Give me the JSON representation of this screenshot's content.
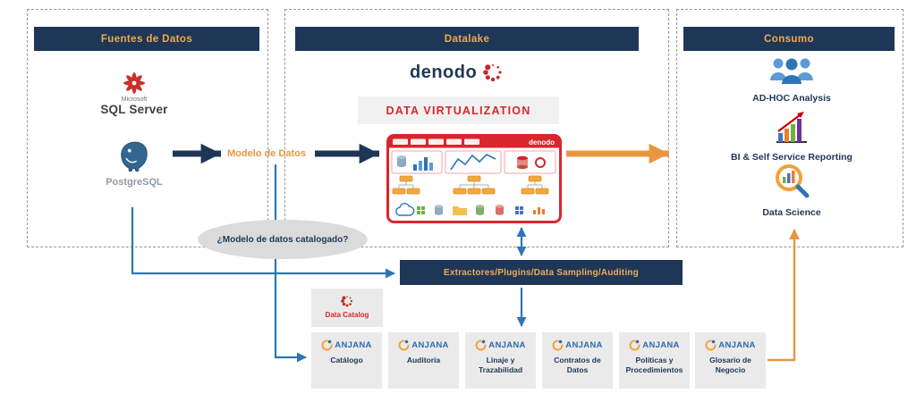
{
  "colors": {
    "navy": "#1F3756",
    "header_text_orange": "#EDAA54",
    "flow_orange": "#E8973F",
    "flow_blue": "#2E75B6",
    "denodo_red": "#D8262C",
    "gray_box": "#EAEAEA",
    "anjana_blue": "#2B6CB0"
  },
  "headers": {
    "sources": "Fuentes de Datos",
    "datalake": "Datalake",
    "consumption": "Consumo"
  },
  "sources": {
    "sqlserver_brand": "Microsoft",
    "sqlserver_name": "SQL Server",
    "postgresql_name": "PostgreSQL"
  },
  "datalake": {
    "denodo_logo_text": "denodo",
    "virtualization_label": "DATA VIRTUALIZATION",
    "platform_brand_small": "denodo"
  },
  "flow": {
    "model_label": "Modelo de Datos",
    "catalog_question": "¿Modelo de datos catalogado?",
    "extractors_bar": "Extractores/Plugins/Data Sampling/Auditing",
    "data_catalog": "Data Catalog"
  },
  "consumption": {
    "items": [
      {
        "label": "AD-HOC Analysis",
        "icon": "people-icon"
      },
      {
        "label": "BI & Self Service Reporting",
        "icon": "bar-chart-icon"
      },
      {
        "label": "Data Science",
        "icon": "magnifier-chart-icon"
      }
    ]
  },
  "anjana": {
    "brand": "ANJANA",
    "products": [
      {
        "label": "Catálogo"
      },
      {
        "label": "Auditoría"
      },
      {
        "label": "Linaje y Trazabilidad"
      },
      {
        "label": "Contratos de Datos"
      },
      {
        "label": "Políticas y Procedimientos"
      },
      {
        "label": "Glosario de Negocio"
      }
    ]
  }
}
